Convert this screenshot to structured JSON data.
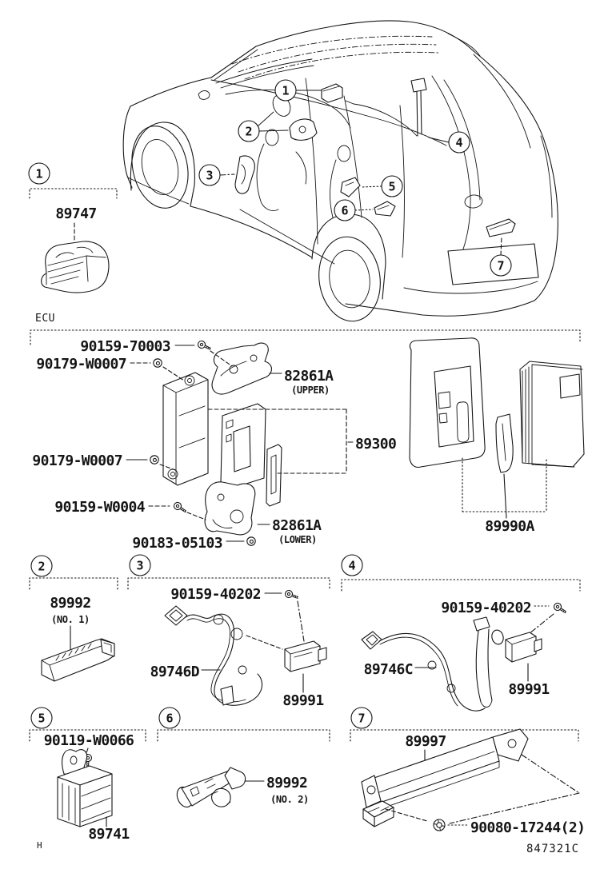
{
  "page": {
    "ecu_label": "ECU",
    "page_marker": "H",
    "figure_code": "847321C"
  },
  "callouts": {
    "c1": "1",
    "c2": "2",
    "c3": "3",
    "c4": "4",
    "c5": "5",
    "c6": "6",
    "c7": "7"
  },
  "item1": {
    "callout": "1",
    "part_number": "89747"
  },
  "ecu_assembly": {
    "screw_top": "90159-70003",
    "grommet_upper": "90179-W0007",
    "bracket_upper": {
      "part_number": "82861A",
      "qualifier": "(UPPER)"
    },
    "receiver": "89300",
    "grommet_lower": "90179-W0007",
    "screw_bottom": "90159-W0004",
    "bracket_lower": {
      "part_number": "82861A",
      "qualifier": "(LOWER)"
    },
    "grommet_bracket": "90183-05103",
    "transmitter_set": "89990A"
  },
  "sections": [
    {
      "callout": "2",
      "antenna": {
        "part_number": "89992",
        "qualifier": "(NO. 1)"
      }
    },
    {
      "callout": "3",
      "screw": "90159-40202",
      "wire": "89746D",
      "receiver": "89991"
    },
    {
      "callout": "4",
      "screw": "90159-40202",
      "wire": "89746C",
      "receiver": "89991"
    },
    {
      "callout": "5",
      "bolt": "90119-W0066",
      "computer": "89741"
    },
    {
      "callout": "6",
      "antenna": {
        "part_number": "89992",
        "qualifier": "(NO. 2)"
      }
    },
    {
      "callout": "7",
      "bracket": "89997",
      "nut": "90080-17244(2)"
    }
  ]
}
